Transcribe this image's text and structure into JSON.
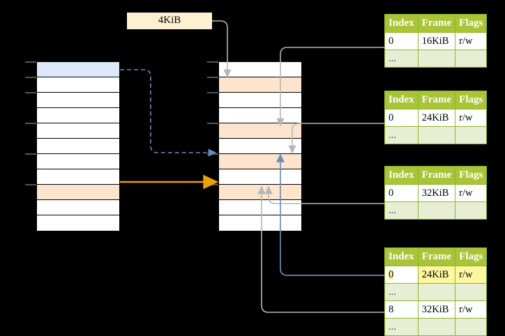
{
  "diagram": {
    "title_label": "4KiB",
    "page_table_header": [
      "Index",
      "Frame",
      "Flags"
    ],
    "ellipsis": "...",
    "colors": {
      "header_green": "#a9c437",
      "row_green": "#e7eed4",
      "highlight_yellow": "#fdf6a0",
      "blue_row": "#dce9f9",
      "orange_row": "#fde4cd",
      "label_cream": "#fdf1d2",
      "orange_arrow": "#e8a200",
      "blue_arrow": "#6b8cba",
      "gray_arrow": "#b0b0b0"
    },
    "left_column": {
      "name": "virtual-address-space",
      "rows": 11,
      "row_styles": [
        "blue",
        "plain",
        "plain",
        "plain",
        "plain",
        "plain",
        "plain",
        "plain",
        "orange",
        "plain",
        "plain"
      ]
    },
    "middle_column": {
      "name": "physical-memory",
      "rows": 11,
      "row_styles": [
        "plain",
        "orange",
        "plain",
        "plain",
        "orange",
        "plain",
        "orange",
        "plain",
        "orange",
        "plain",
        "plain"
      ]
    },
    "tables": [
      {
        "name": "page-table-1",
        "rows": [
          {
            "index": "0",
            "frame": "16KiB",
            "flags": "r/w",
            "style": "plain"
          },
          {
            "index": "...",
            "frame": "",
            "flags": "",
            "style": "ellipsis"
          }
        ]
      },
      {
        "name": "page-table-2",
        "rows": [
          {
            "index": "0",
            "frame": "24KiB",
            "flags": "r/w",
            "style": "plain"
          },
          {
            "index": "...",
            "frame": "",
            "flags": "",
            "style": "ellipsis"
          }
        ]
      },
      {
        "name": "page-table-3",
        "rows": [
          {
            "index": "0",
            "frame": "32KiB",
            "flags": "r/w",
            "style": "plain"
          },
          {
            "index": "...",
            "frame": "",
            "flags": "",
            "style": "ellipsis"
          }
        ]
      },
      {
        "name": "page-table-4",
        "rows": [
          {
            "index": "0",
            "frame": "24KiB",
            "flags": "r/w",
            "style": "highlight"
          },
          {
            "index": "...",
            "frame": "",
            "flags": "",
            "style": "ellipsis"
          },
          {
            "index": "8",
            "frame": "32KiB",
            "flags": "r/w",
            "style": "plain"
          },
          {
            "index": "...",
            "frame": "",
            "flags": "",
            "style": "ellipsis"
          }
        ]
      }
    ]
  }
}
